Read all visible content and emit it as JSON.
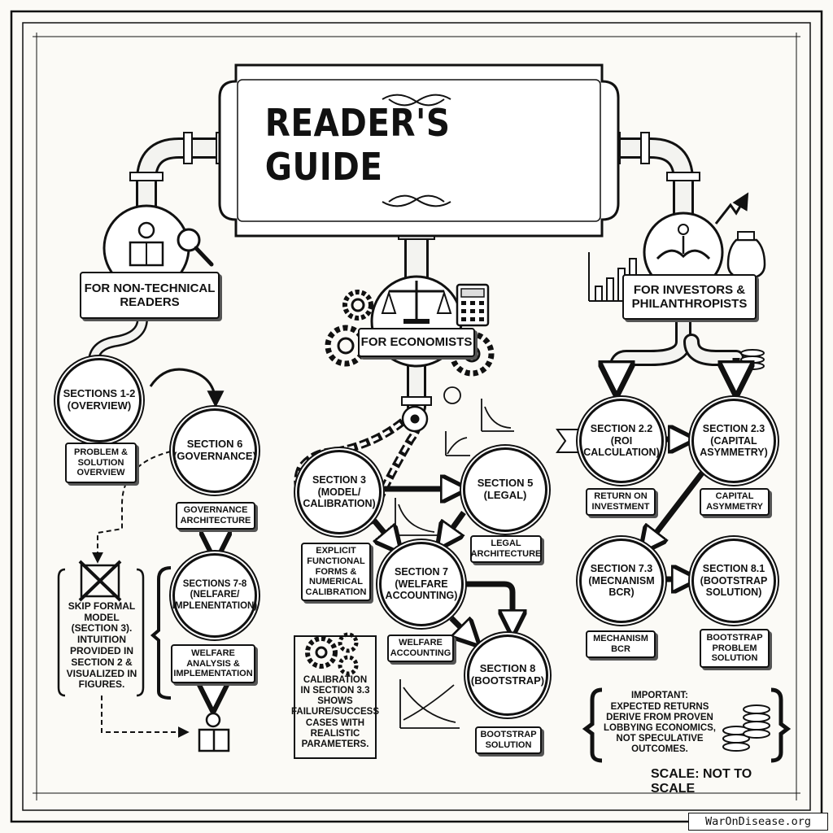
{
  "title": "READER'S GUIDE",
  "audiences": {
    "non_technical": "FOR NON-TECHNICAL\nREADERS",
    "economists": "FOR ECONOMISTS",
    "investors": "FOR INVESTORS &\nPHILANTHROPISTS"
  },
  "nodes": {
    "s12": "SECTIONS 1-2\n(OVERVIEW)",
    "s6": "SECTION 6\n(GOVERNANCE)",
    "s78": "SECTIONS 7-8\n(NELFARE/\nIMPLENENTATION)",
    "s3": "SECTION 3\n(MODEL/\nCALIBRATION)",
    "s5": "SECTION 5\n(LEGAL)",
    "s7": "SECTION 7\n(WELFARE\nACCOUNTING)",
    "s8": "SECTION 8\n(BOOTSTRAP)",
    "s22": "SECTION 2.2\n(ROI\nCALCULATION)",
    "s23": "SECTION 2.3\n(CAPITAL\nASYMMETRY)",
    "s73": "SECTION 7.3\n(MECNANISM\nBCR)",
    "s81": "SECTION 8.1\n(BOOTSTRAP\nSOLUTION)"
  },
  "labels": {
    "s12": "PROBLEM &\nSOLUTION\nOVERVIEW",
    "s6": "GOVERNANCE\nARCHITECTURE",
    "s78": "WELFARE\nANALYSIS &\nIMPLEMENTATION",
    "s3": "EXPLICIT\nFUNCTIONAL\nFORMS &\nNUMERICAL\nCALIBRATION",
    "s5": "LEGAL\nARCHITECTURE",
    "s7": "WELFARE\nACCOUNTING",
    "s8": "BOOTSTRAP\nSOLUTION",
    "s22": "RETURN ON\nINVESTMENT",
    "s23": "CAPITAL\nASYMMETRY",
    "s73": "MECHANISM\nBCR",
    "s81": "BOOTSTRAP\nPROBLEM\nSOLUTION"
  },
  "notes": {
    "skip": "SKIP FORMAL\nMODEL\n(SECTION 3).\nINTUITION\nPROVIDED IN\nSECTION 2 &\nVISUALIZED IN\nFIGURES.",
    "calibration": "CALIBRATION\nIN SECTION 3.3\nSHOWS\nFAILURE/SUCCESS\nCASES WITH\nREALISTIC\nPARAMETERS.",
    "important": "IMPORTANT:\nEXPECTED RETURNS\nDERIVE FROM PROVEN\nLOBBYING ECONOMICS,\nNOT SPECULATIVE\nOUTCOMES."
  },
  "scale_note": "SCALE: NOT TO SCALE",
  "footer": "WarOnDisease.org"
}
